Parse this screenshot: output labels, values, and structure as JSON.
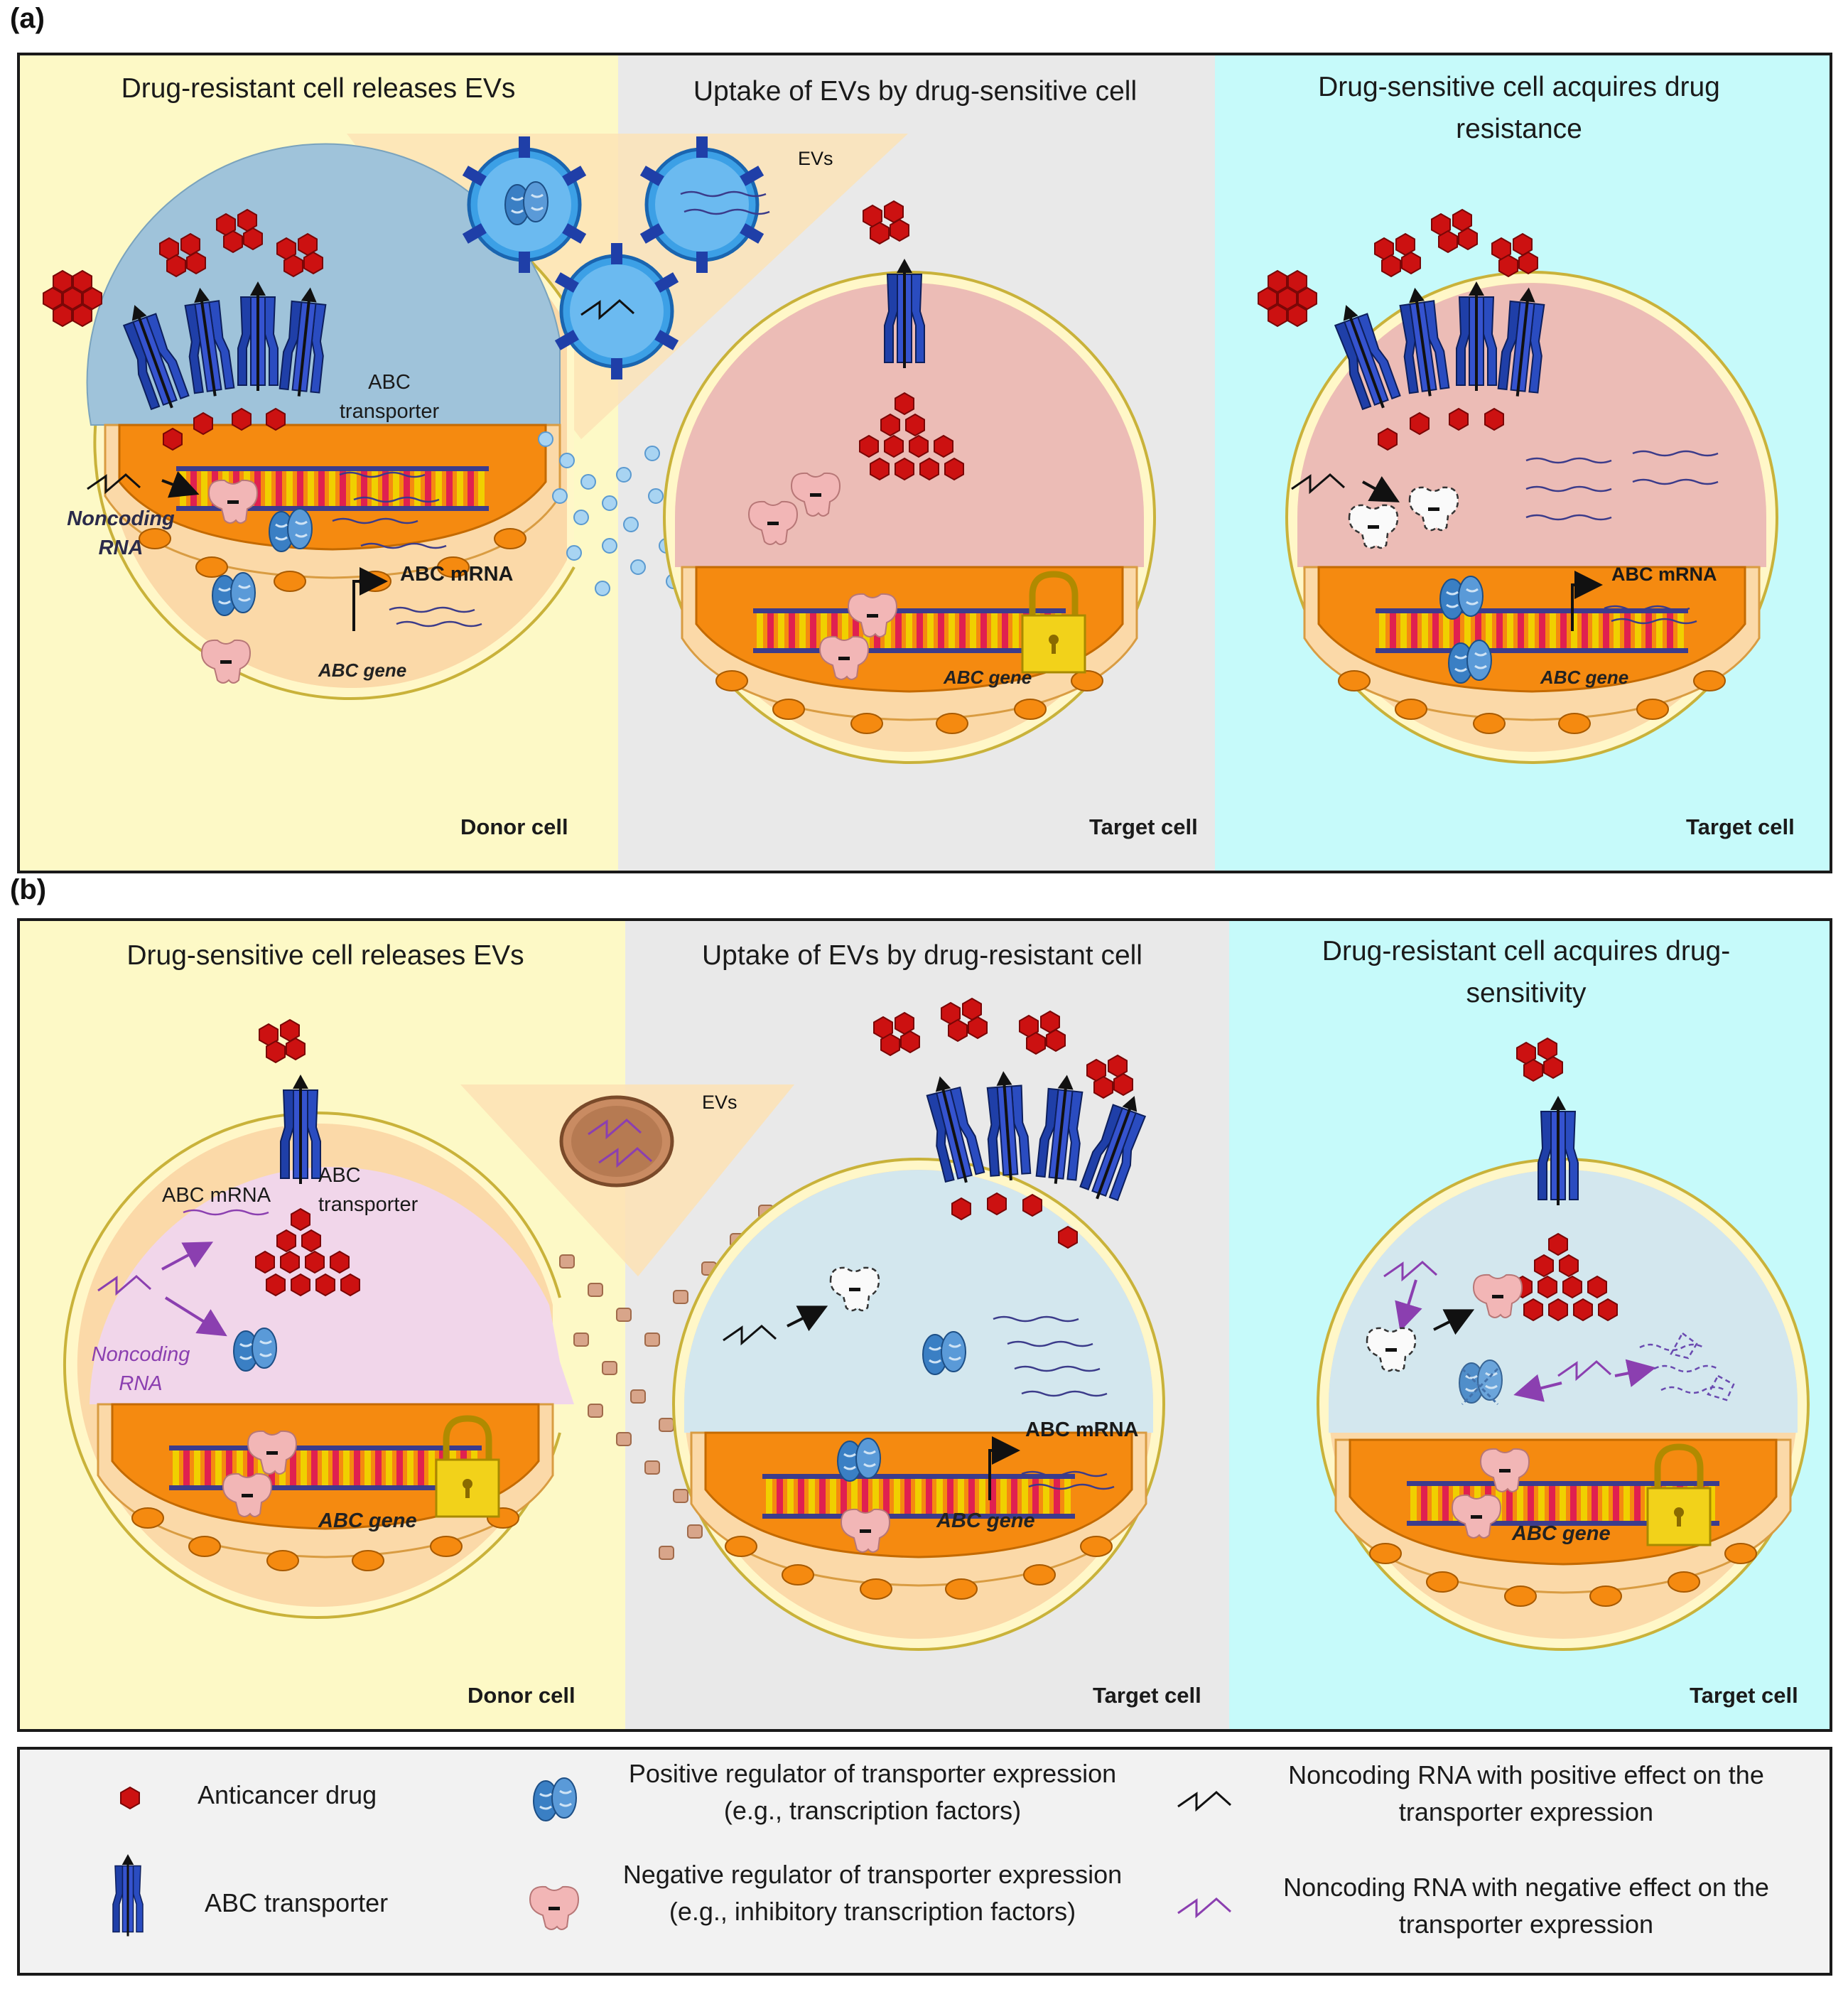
{
  "panels": {
    "a": {
      "label": "(a)",
      "stage1_title": "Drug-resistant cell releases EVs",
      "stage2_title": "Uptake of EVs by drug-sensitive cell",
      "stage3_title": "Drug-sensitive cell acquires drug resistance",
      "donor_label": "Donor cell",
      "target_label_1": "Target cell",
      "target_label_2": "Target cell",
      "evs_label": "EVs",
      "abc_transporter": "ABC transporter",
      "noncoding_rna": "Noncoding RNA",
      "abc_mrna_1": "ABC mRNA",
      "abc_mrna_3": "ABC mRNA",
      "abc_gene_1": "ABC gene",
      "abc_gene_2": "ABC gene",
      "abc_gene_3": "ABC gene"
    },
    "b": {
      "label": "(b)",
      "stage1_title": "Drug-sensitive cell releases EVs",
      "stage2_title": "Uptake of EVs by drug-resistant cell",
      "stage3_title": "Drug-resistant cell acquires drug-sensitivity",
      "donor_label": "Donor cell",
      "target_label_1": "Target cell",
      "target_label_2": "Target cell",
      "evs_label": "EVs",
      "abc_transporter": "ABC transporter",
      "noncoding_rna": "Noncoding RNA",
      "abc_mrna_1": "ABC mRNA",
      "abc_mrna_2": "ABC mRNA",
      "abc_gene_1": "ABC gene",
      "abc_gene_2": "ABC gene",
      "abc_gene_3": "ABC gene"
    }
  },
  "legend": {
    "anticancer_drug": "Anticancer drug",
    "abc_transporter": "ABC transporter",
    "positive_regulator": "Positive regulator of transporter expression (e.g., transcription factors)",
    "negative_regulator": "Negative regulator of transporter expression (e.g., inhibitory transcription factors)",
    "ncrna_positive": "Noncoding RNA with positive effect on the transporter expression",
    "ncrna_negative": "Noncoding RNA with negative effect on the transporter expression"
  },
  "colors": {
    "stage1_bg": "#fdf9c6",
    "stage2_bg": "#e9e9e9",
    "stage3_bg": "#c6fafa",
    "legend_bg": "#f2f2f2",
    "drug": "#cc1111",
    "transporter": "#1f3fa8",
    "positive_regulator": "#3a7fc4",
    "negative_regulator": "#f2b6b6",
    "ncrna_negative": "#8b3fb0",
    "nucleus": "#f58a10",
    "cytoplasm_resistant": "#9fc3da",
    "cytoplasm_sensitive": "#ecbcb6",
    "cytoplasm_sensitive_b": "#f1d6ea",
    "lock": "#f2d21a"
  }
}
